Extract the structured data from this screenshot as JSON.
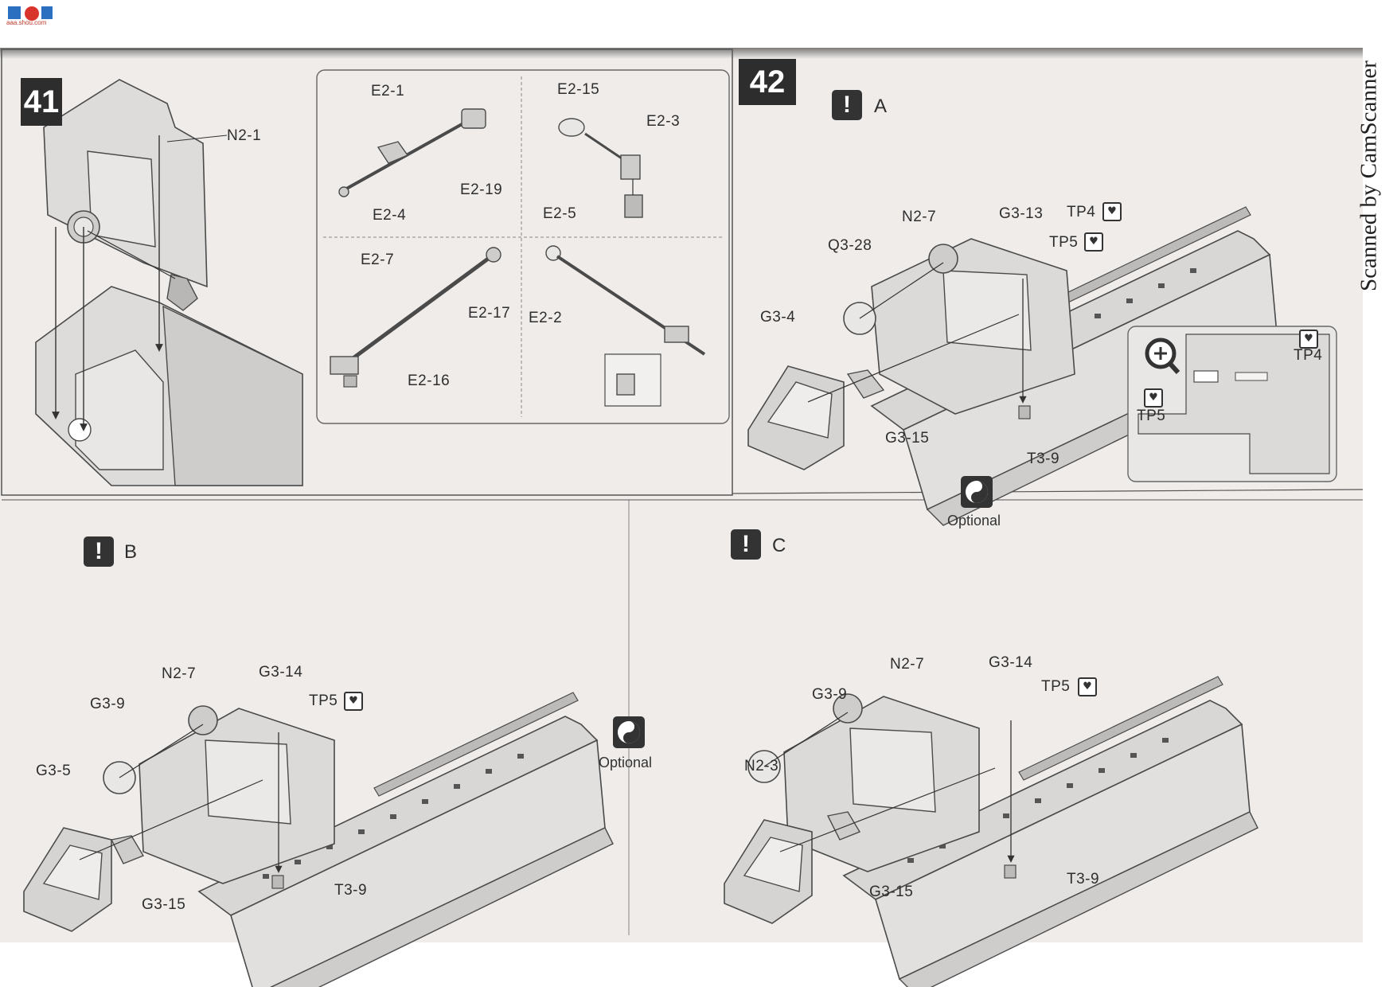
{
  "watermark": {
    "logo_text": "aaa.shou.com",
    "scanner_text": "Scanned by CamScanner"
  },
  "step41": {
    "number": "41",
    "labels": [
      "N2-1",
      "E2-1",
      "E2-15",
      "E2-3",
      "E2-19",
      "E2-4",
      "E2-5",
      "E2-7",
      "E2-17",
      "E2-2",
      "E2-16"
    ]
  },
  "step42": {
    "number": "42",
    "panel_a": {
      "variant": "A",
      "labels": [
        "N2-7",
        "G3-13",
        "TP4",
        "TP5",
        "Q3-28",
        "G3-4",
        "G3-15",
        "T3-9"
      ],
      "zoom_labels": [
        "TP4",
        "TP5"
      ]
    },
    "panel_b": {
      "variant": "B",
      "labels": [
        "N2-7",
        "G3-14",
        "TP5",
        "G3-9",
        "G3-5",
        "G3-15",
        "T3-9"
      ]
    },
    "panel_c": {
      "variant": "C",
      "labels": [
        "N2-7",
        "G3-14",
        "TP5",
        "G3-9",
        "N2-3",
        "G3-15",
        "T3-9"
      ]
    },
    "optional_text": "Optional"
  },
  "colors": {
    "paper": "#efecea",
    "ink": "#2e2e2e",
    "part_fill": "#d6d4d2",
    "part_stroke": "#4a4a4a"
  },
  "icons": {
    "warning": "exclamation-icon",
    "optional": "yin-yang-icon",
    "zoom": "magnifier-plus-icon",
    "tape": "broken-heart-icon"
  }
}
